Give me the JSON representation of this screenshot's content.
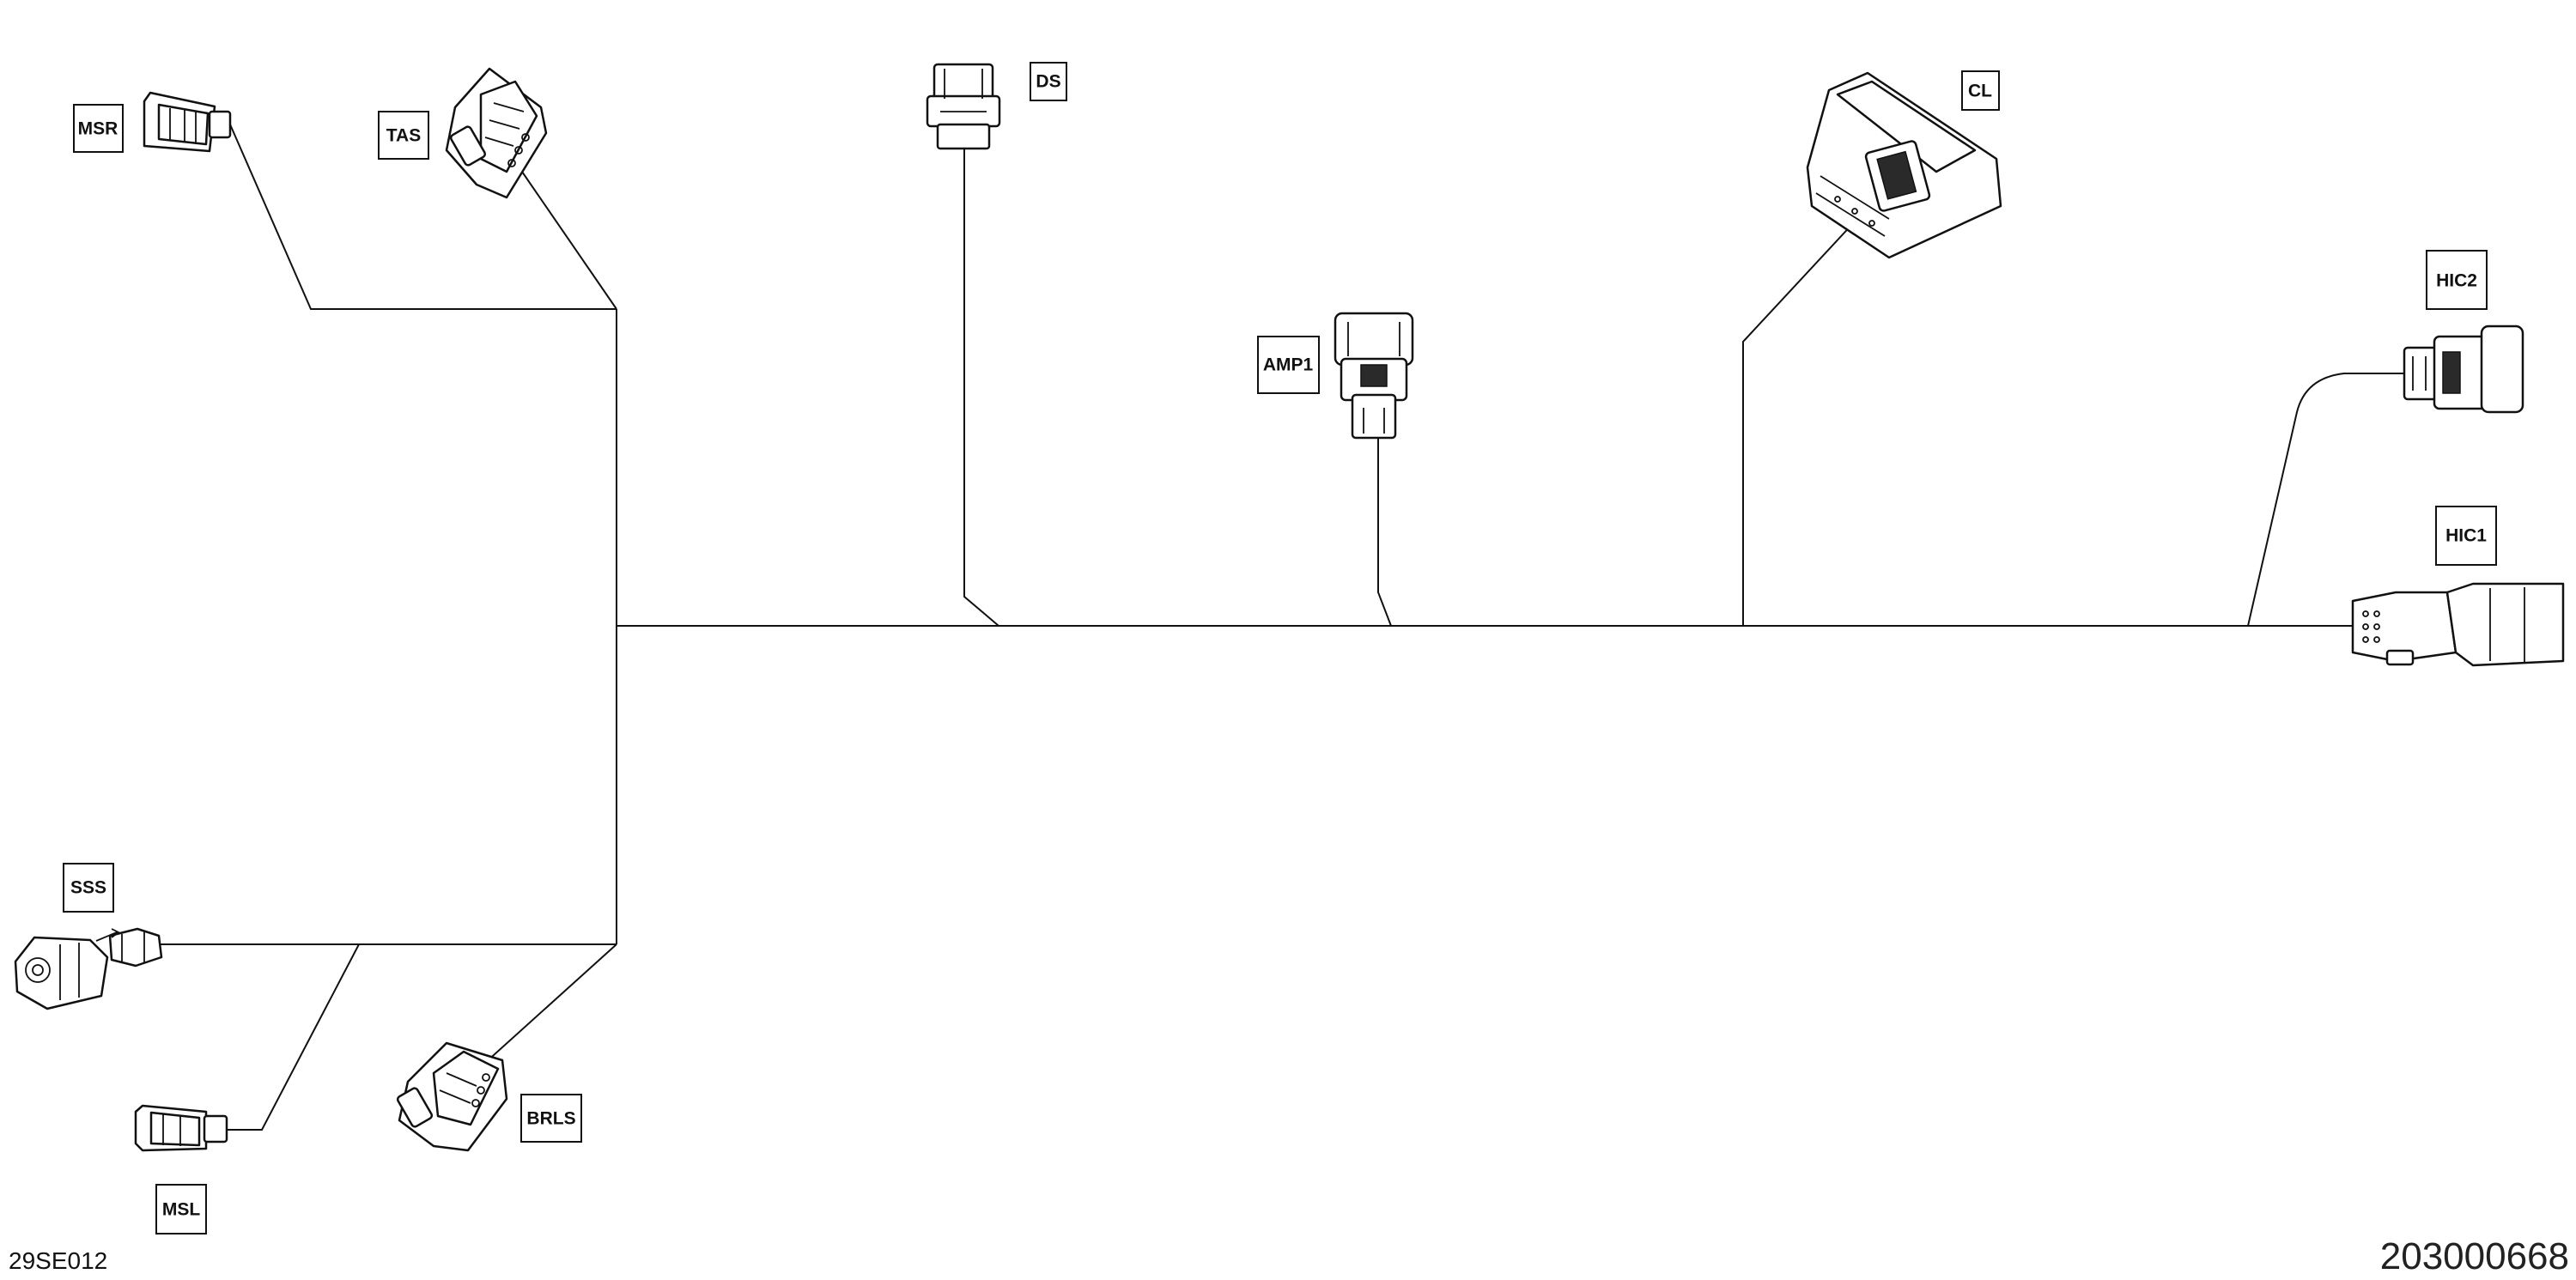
{
  "connectors": {
    "msr": "MSR",
    "tas": "TAS",
    "ds": "DS",
    "amp1": "AMP1",
    "cl": "CL",
    "hic2": "HIC2",
    "hic1": "HIC1",
    "sss": "SSS",
    "brls": "BRLS",
    "msl": "MSL"
  },
  "footer": {
    "figure_code": "29SE012",
    "part_number": "203000668"
  }
}
